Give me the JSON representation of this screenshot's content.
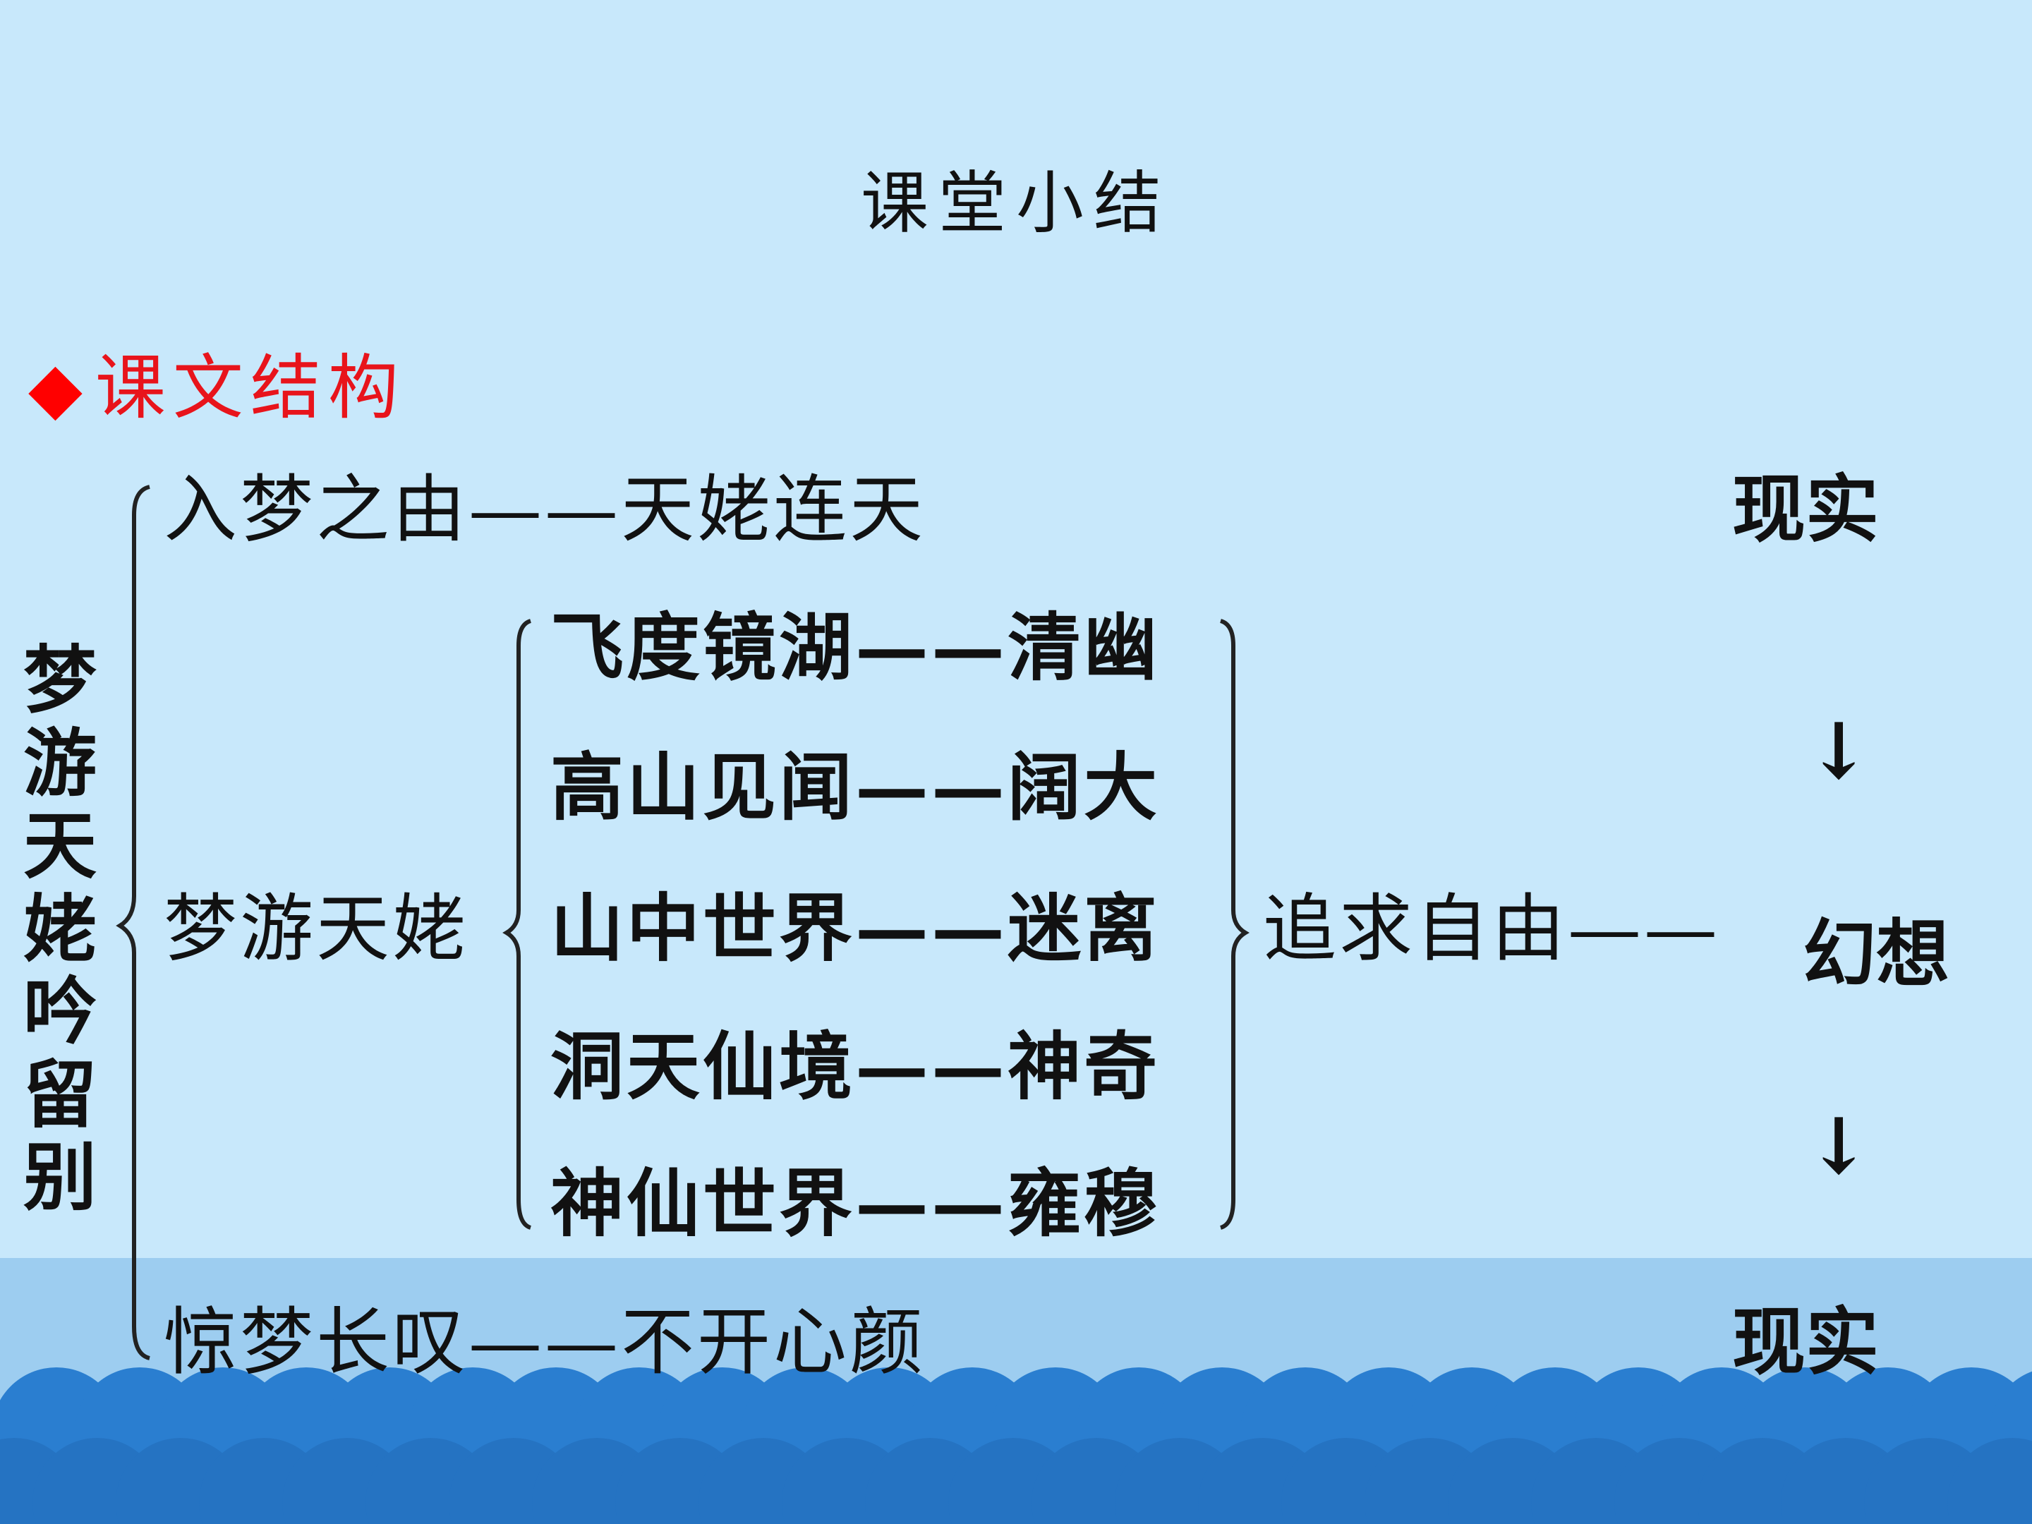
{
  "title": "课堂小结",
  "section": {
    "marker": "◆",
    "label": "课文结构"
  },
  "root": "梦游天姥吟留别",
  "top_rows": [
    {
      "left": "入梦之由",
      "dash": "——",
      "right": "天姥连天"
    },
    {
      "left": "梦游天姥"
    },
    {
      "left": "惊梦长叹",
      "dash": "——",
      "right": "不开心颜"
    }
  ],
  "dream_items": [
    {
      "scene": "飞度镜湖",
      "dash": "——",
      "feel": "清幽"
    },
    {
      "scene": "高山见闻",
      "dash": "——",
      "feel": "阔大"
    },
    {
      "scene": "山中世界",
      "dash": "——",
      "feel": "迷离"
    },
    {
      "scene": "洞天仙境",
      "dash": "——",
      "feel": "神奇"
    },
    {
      "scene": "神仙世界",
      "dash": "——",
      "feel": "雍穆"
    }
  ],
  "pursuit": {
    "label": "追求自由",
    "dash": "——"
  },
  "stages": {
    "top": "现实",
    "arrow1": "↓",
    "middle": "幻想",
    "arrow2": "↓",
    "bottom": "现实"
  },
  "colors": {
    "background": "#c8e8fb",
    "band": "#9dcdf0",
    "wave": "#2a7ed0",
    "accent": "#e8141b"
  }
}
